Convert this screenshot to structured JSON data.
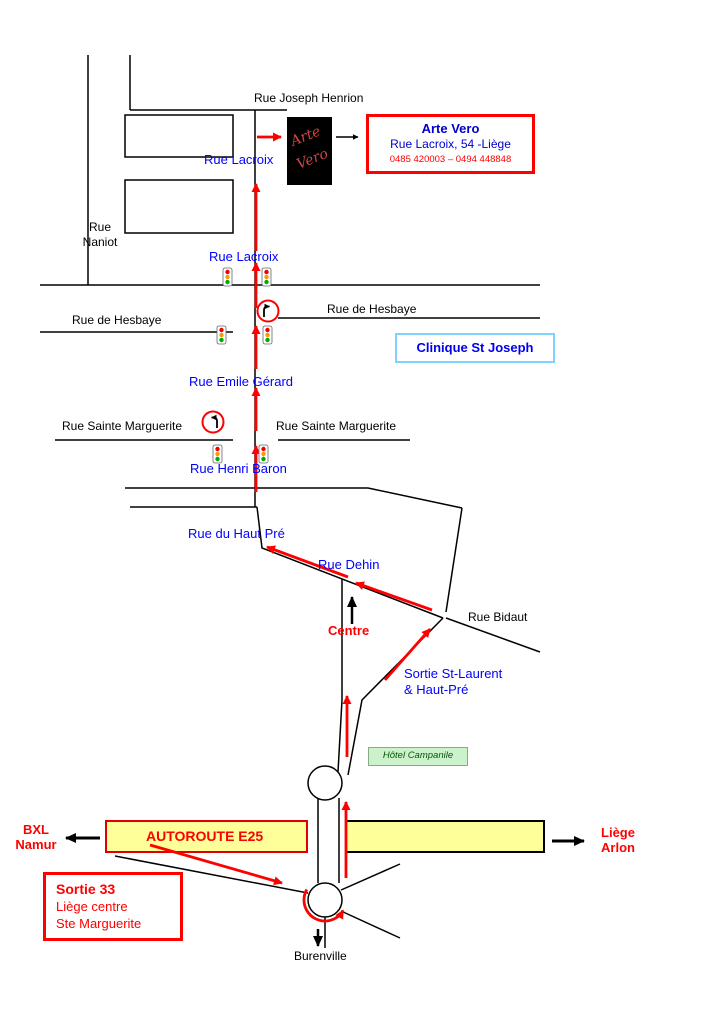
{
  "map": {
    "street_labels": {
      "joseph_henrion": "Rue Joseph Henrion",
      "lacroix_top": "Rue Lacroix",
      "naniot_l1": "Rue",
      "naniot_l2": "Naniot",
      "lacroix_mid": "Rue Lacroix",
      "hesbaye_right": "Rue de Hesbaye",
      "hesbaye_left": "Rue de Hesbaye",
      "emile_gerard": "Rue Emile Gérard",
      "ste_marguerite_left": "Rue Sainte Marguerite",
      "ste_marguerite_right": "Rue Sainte Marguerite",
      "henri_baron": "Rue Henri Baron",
      "haut_pre": "Rue du Haut Pré",
      "dehin": "Rue Dehin",
      "centre": "Centre",
      "bidaut": "Rue Bidaut",
      "sortie_st_laurent_l1": "Sortie St-Laurent",
      "sortie_st_laurent_l2": "& Haut-Pré",
      "burenville": "Burenville"
    },
    "destination": {
      "name": "Arte Vero",
      "address": "Rue Lacroix, 54 -Liège",
      "phones": "0485 420003 – 0494 448848"
    },
    "logo": {
      "line1": "Arte",
      "line2": "Vero"
    },
    "clinique": "Clinique St Joseph",
    "hotel": "Hôtel Campanile",
    "autoroute": {
      "label": "AUTOROUTE E25",
      "west_l1": "BXL",
      "west_l2": "Namur",
      "east_l1": "Liège",
      "east_l2": "Arlon"
    },
    "sortie33": {
      "l1": "Sortie 33",
      "l2": "Liège centre",
      "l3": "Ste Marguerite"
    },
    "colors": {
      "route_arrow": "#ff0000",
      "street_name_blue": "#0000ff",
      "road_black": "#000000",
      "autoroute_fill": "#ffff99",
      "hotel_fill": "#ccf2cc",
      "clinique_border": "#7fd4ff",
      "highlight_border": "#ff0000"
    }
  }
}
